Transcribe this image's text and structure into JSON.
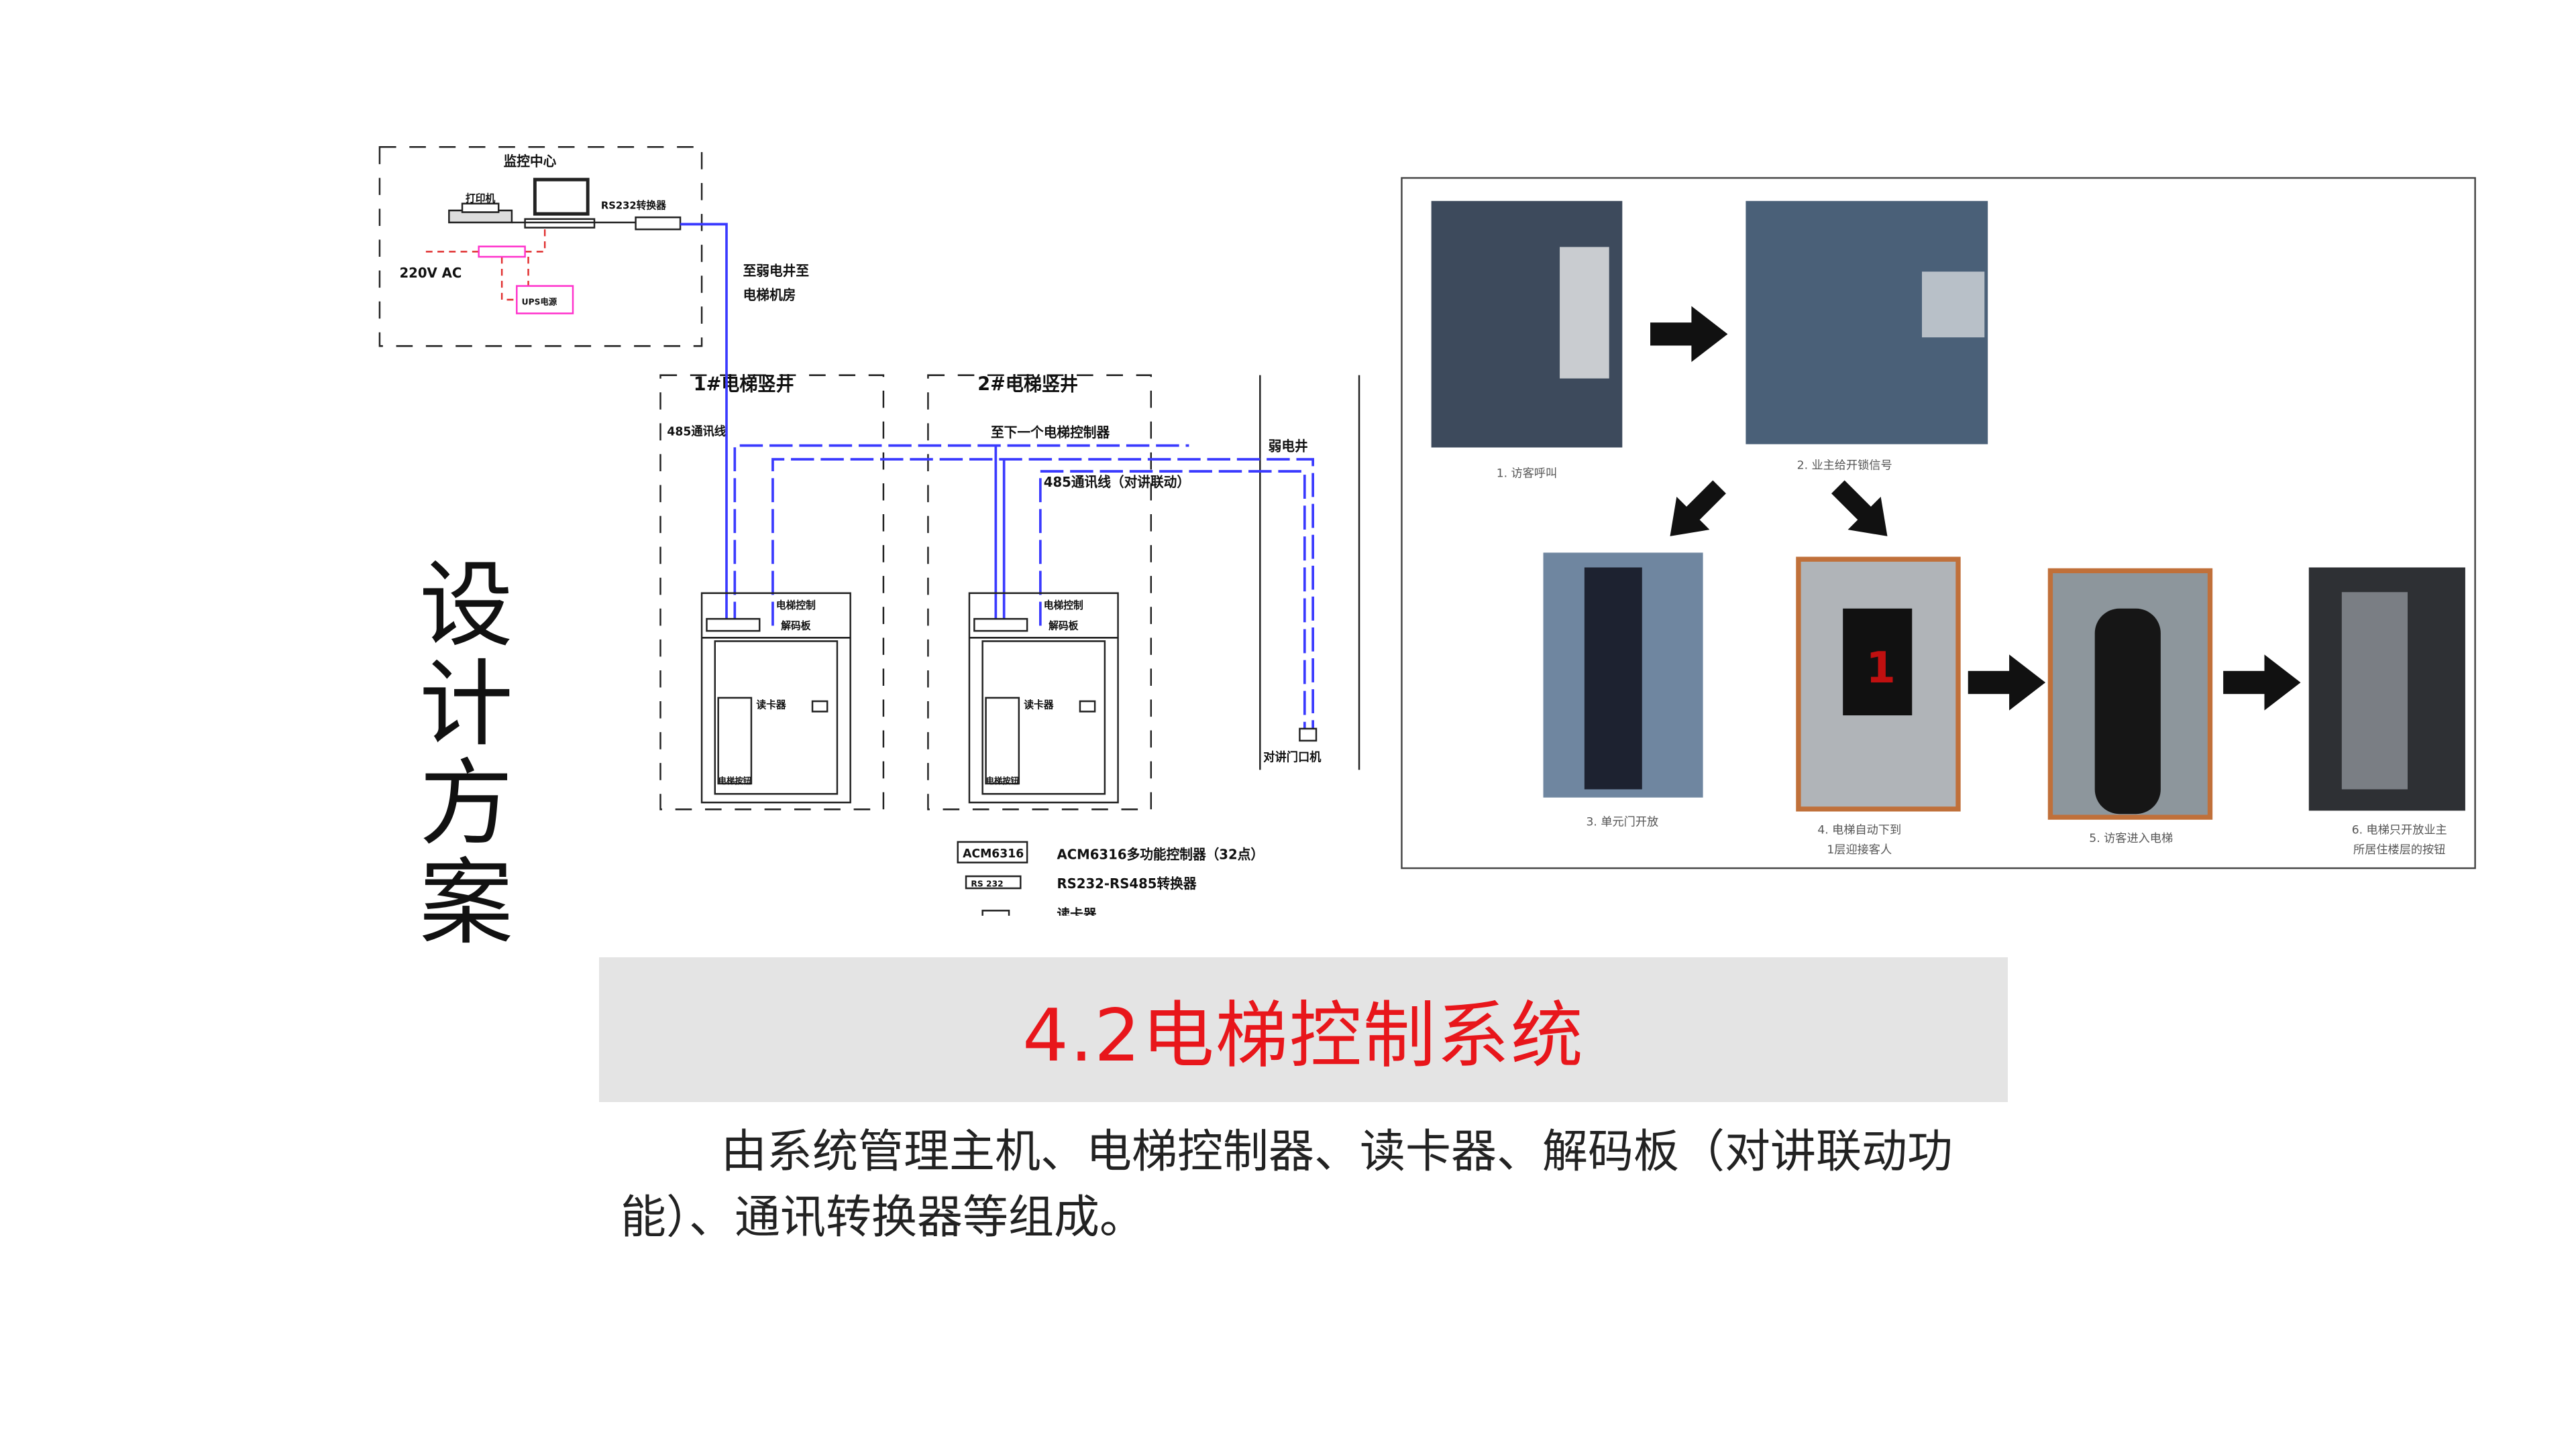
{
  "side_title": "设计方案",
  "section_title": "4.2电梯控制系统",
  "description": "由系统管理主机、电梯控制器、读卡器、解码板（对讲联动功能）、通讯转换器等组成。",
  "colors": {
    "title_red": "#e8161b",
    "band_gray": "#e4e4e4",
    "bus_blue": "#3a3aff",
    "power_magenta": "#ff33cc"
  },
  "diagram": {
    "control_center": "监控中心",
    "printer": "打印机",
    "converter": "RS232转换器",
    "power": "220V AC",
    "ups": "UPS电源",
    "to_room_1": "至弱电井至",
    "to_room_2": "电梯机房",
    "shaft1": "1#电梯竖井",
    "shaft2": "2#电梯竖井",
    "bus": "485通讯线",
    "next_controller": "至下一个电梯控制器",
    "weak_shaft": "弱电井",
    "bus_intercom": "485通讯线（对讲联动）",
    "elevator_control": "电梯控制",
    "decoder": "解码板",
    "card_reader": "读卡器",
    "buttons": "电梯按钮",
    "door_station": "对讲门口机",
    "legend": [
      {
        "symbol": "ACM6316",
        "label": "ACM6316多功能控制器（32点）"
      },
      {
        "symbol": "RS 232",
        "label": "RS232-RS485转换器"
      },
      {
        "symbol": "",
        "label": "读卡器"
      }
    ]
  },
  "flow": {
    "steps": [
      "1. 访客呼叫",
      "2. 业主给开锁信号",
      "3. 单元门开放",
      "4. 电梯自动下到1层迎接客人",
      "5. 访客进入电梯",
      "6. 电梯只开放业主所居住楼层的按钮"
    ],
    "step4_lines": [
      "4. 电梯自动下到",
      "1层迎接客人"
    ],
    "step6_lines": [
      "6. 电梯只开放业主",
      "所居住楼层的按钮"
    ]
  }
}
